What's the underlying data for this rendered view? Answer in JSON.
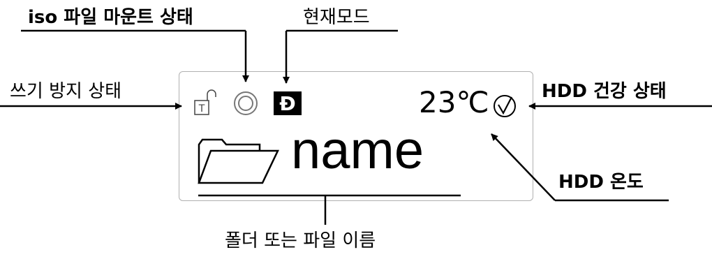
{
  "callouts": {
    "iso_mount_state": "iso 파일 마운트 상태",
    "current_mode": "현재모드",
    "write_protect_state": "쓰기 방지 상태",
    "hdd_health_state": "HDD 건강 상태",
    "hdd_temperature": "HDD 온도",
    "folder_or_file_name": "폴더 또는 파일 이름"
  },
  "display": {
    "temperature": "23℃",
    "mode_letter": "Đ",
    "name": "name",
    "write_protect_letter": "T"
  },
  "icons": [
    "lock-open-icon",
    "iso-mount-icon",
    "mode-d-icon",
    "health-check-icon",
    "folder-icon"
  ]
}
